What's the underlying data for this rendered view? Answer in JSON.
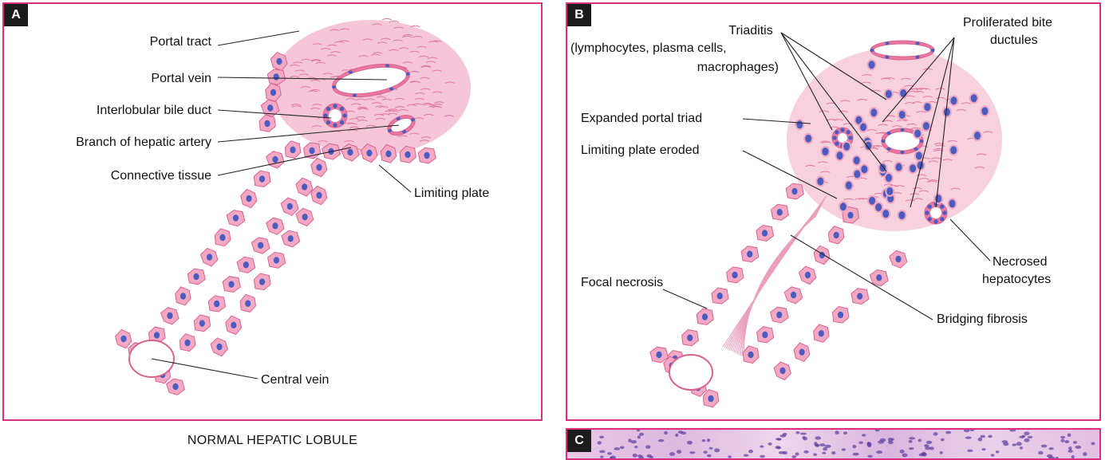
{
  "colors": {
    "frame": "#d6307f",
    "cell": "#f4a8c4",
    "cell_edge": "#d9628f",
    "nucleus": "#4a5cc0",
    "tissue": "#f2b3c9"
  },
  "panel_a": {
    "badge": "A",
    "labels": {
      "portal_tract": "Portal tract",
      "portal_vein": "Portal vein",
      "bile_duct": "Interlobular bile duct",
      "hepatic_artery": "Branch of hepatic artery",
      "connective_tissue": "Connective tissue",
      "limiting_plate": "Limiting plate",
      "central_vein": "Central vein"
    },
    "caption": "NORMAL HEPATIC LOBULE"
  },
  "panel_b": {
    "badge": "B",
    "labels": {
      "triaditis_1": "Triaditis",
      "triaditis_2": "(lymphocytes, plasma cells,",
      "triaditis_3": "macrophages)",
      "ductules_1": "Proliferated bite",
      "ductules_2": "ductules",
      "expanded_triad": "Expanded portal triad",
      "limiting_plate_eroded": "Limiting plate eroded",
      "necrosed_1": "Necrosed",
      "necrosed_2": "hepatocytes",
      "focal_necrosis": "Focal necrosis",
      "bridging_fibrosis": "Bridging fibrosis"
    }
  },
  "panel_c": {
    "badge": "C"
  }
}
